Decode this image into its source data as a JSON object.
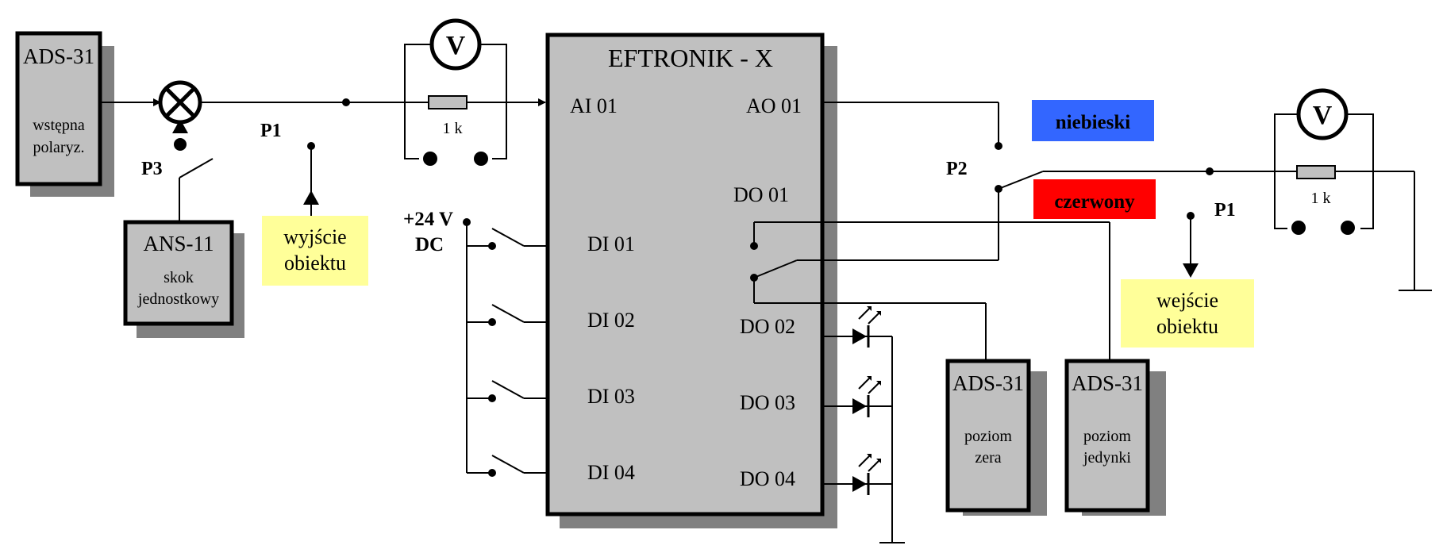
{
  "colors": {
    "block_fill": "#c0c0c0",
    "shadow": "#808080",
    "line": "#000000",
    "note_fill": "#ffff99",
    "blue_label": "#3366ff",
    "red_label": "#ff0000"
  },
  "blocks": {
    "ads31_left": {
      "title": "ADS-31",
      "line1": "wstępna",
      "line2": "polaryz."
    },
    "ans11": {
      "title": "ANS-11",
      "line1": "skok",
      "line2": "jednostkowy"
    },
    "eftronik": {
      "title": "EFTRONIK - X"
    },
    "ads31_zero": {
      "title": "ADS-31",
      "line1": "poziom",
      "line2": "zera"
    },
    "ads31_one": {
      "title": "ADS-31",
      "line1": "poziom",
      "line2": "jedynki"
    }
  },
  "ports": {
    "ai01": "AI 01",
    "ao01": "AO 01",
    "do01": "DO 01",
    "di01": "DI 01",
    "di02": "DI 02",
    "di03": "DI 03",
    "di04": "DI 04",
    "do02": "DO 02",
    "do03": "DO 03",
    "do04": "DO 04"
  },
  "labels": {
    "p3": "P3",
    "p1_left": "P1",
    "p2": "P2",
    "p1_right": "P1",
    "supply_line1": "+24 V",
    "supply_line2": "DC",
    "voltmeter": "V",
    "resistor": "1 k"
  },
  "notes": {
    "output_line1": "wyjście",
    "output_line2": "obiektu",
    "input_line1": "wejście",
    "input_line2": "obiektu"
  },
  "tags": {
    "blue": "niebieski",
    "red": "czerwony"
  }
}
